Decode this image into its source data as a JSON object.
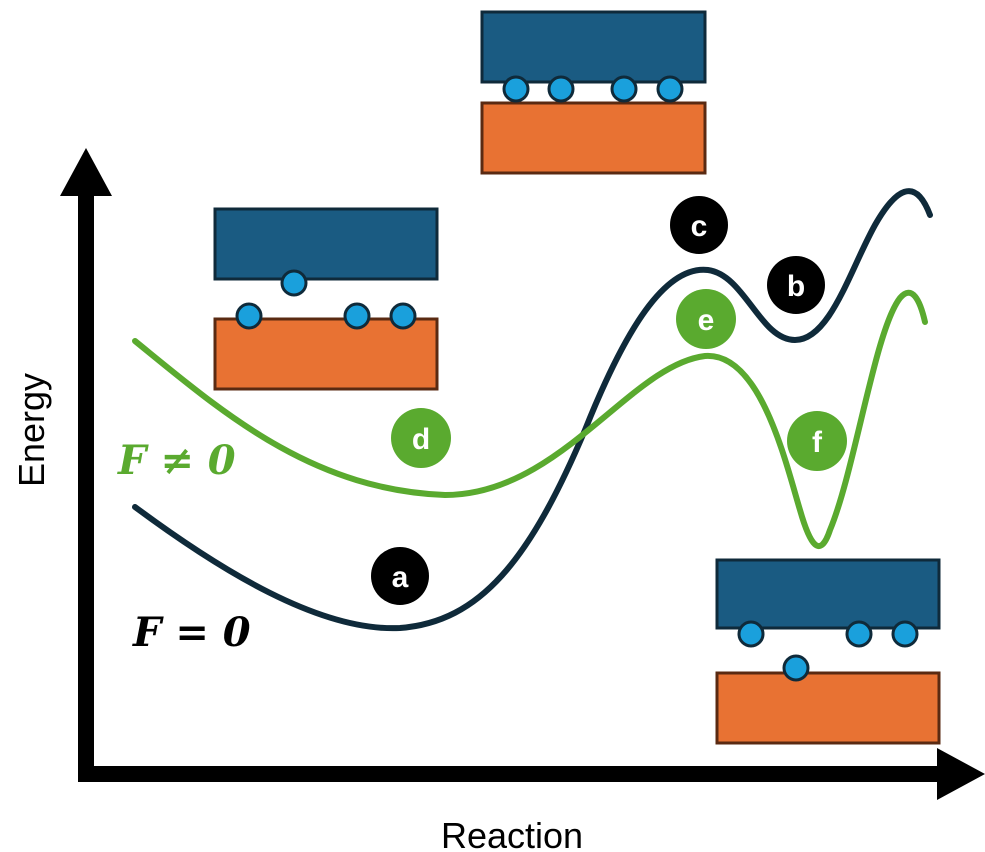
{
  "axes": {
    "x_label": "Reaction",
    "y_label": "Energy"
  },
  "curves": {
    "zero_force": {
      "label": "F = 0",
      "color": "#0f2a3a"
    },
    "nonzero_force": {
      "label": "F ≠ 0",
      "color": "#5aaa2f"
    }
  },
  "markers": {
    "a": "a",
    "b": "b",
    "c": "c",
    "d": "d",
    "e": "e",
    "f": "f"
  },
  "colors": {
    "upper_block": "#1a5b82",
    "lower_block": "#e87233",
    "ball": "#1aa0dc",
    "outline": "#0f2a3a"
  }
}
